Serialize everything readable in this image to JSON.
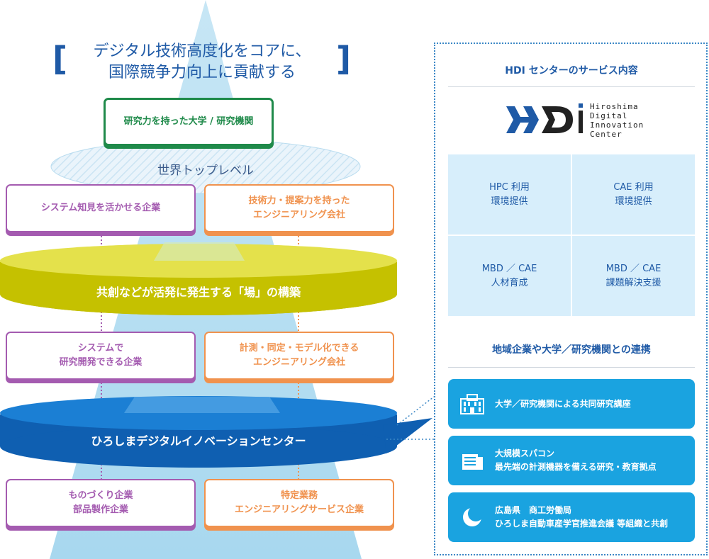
{
  "headline": {
    "line1": "デジタル技術高度化をコアに、",
    "line2": "国際競争力向上に貢献する",
    "bracket_left": "[",
    "bracket_right": "]"
  },
  "top_card": "研究力を持った大学 / 研究機関",
  "world_level": "世界トップレベル",
  "row1": {
    "left": [
      "システム知見を活かせる企業"
    ],
    "right": [
      "技術力・提案力を持った",
      "エンジニアリング会社"
    ]
  },
  "band1": "共創などが活発に発生する「場」の構築",
  "row2": {
    "left": [
      "システムで",
      "研究開発できる企業"
    ],
    "right": [
      "計測・同定・モデル化できる",
      "エンジニアリング会社"
    ]
  },
  "band2": "ひろしまデジタルイノベーションセンター",
  "row3": {
    "left": [
      "ものづくり企業",
      "部品製作企業"
    ],
    "right": [
      "特定業務",
      "エンジニアリングサービス企業"
    ]
  },
  "panel": {
    "services_title": "HDI センターのサービス内容",
    "logo_text": [
      "Hiroshima",
      "Digital",
      "Innovation",
      "Center"
    ],
    "services": [
      [
        "HPC 利用",
        "環境提供"
      ],
      [
        "CAE 利用",
        "環境提供"
      ],
      [
        "MBD ／ CAE",
        "人材育成"
      ],
      [
        "MBD ／ CAE",
        "課題解決支援"
      ]
    ],
    "collab_title": "地域企業や大学／研究機関との連携",
    "collab_items": [
      {
        "icon": "building-icon",
        "lines": [
          "大学／研究機関による共同研究講座"
        ]
      },
      {
        "icon": "server-icon",
        "lines": [
          "大規模スパコン",
          "最先端の計測機器を備える研究・教育拠点"
        ]
      },
      {
        "icon": "crescent-icon",
        "lines": [
          "広島県　商工労働局",
          "ひろしま自動車産学官推進会議 等組織と共創"
        ]
      }
    ]
  },
  "colors": {
    "blue": "#1f5aa6",
    "green": "#1f8a4a",
    "purple": "#a45bb0",
    "orange": "#f0924e",
    "olive": "#c5c100",
    "band_blue": "#0f5fb1",
    "light_blue": "#1aa3e0",
    "pale_blue": "#d7eefb"
  }
}
